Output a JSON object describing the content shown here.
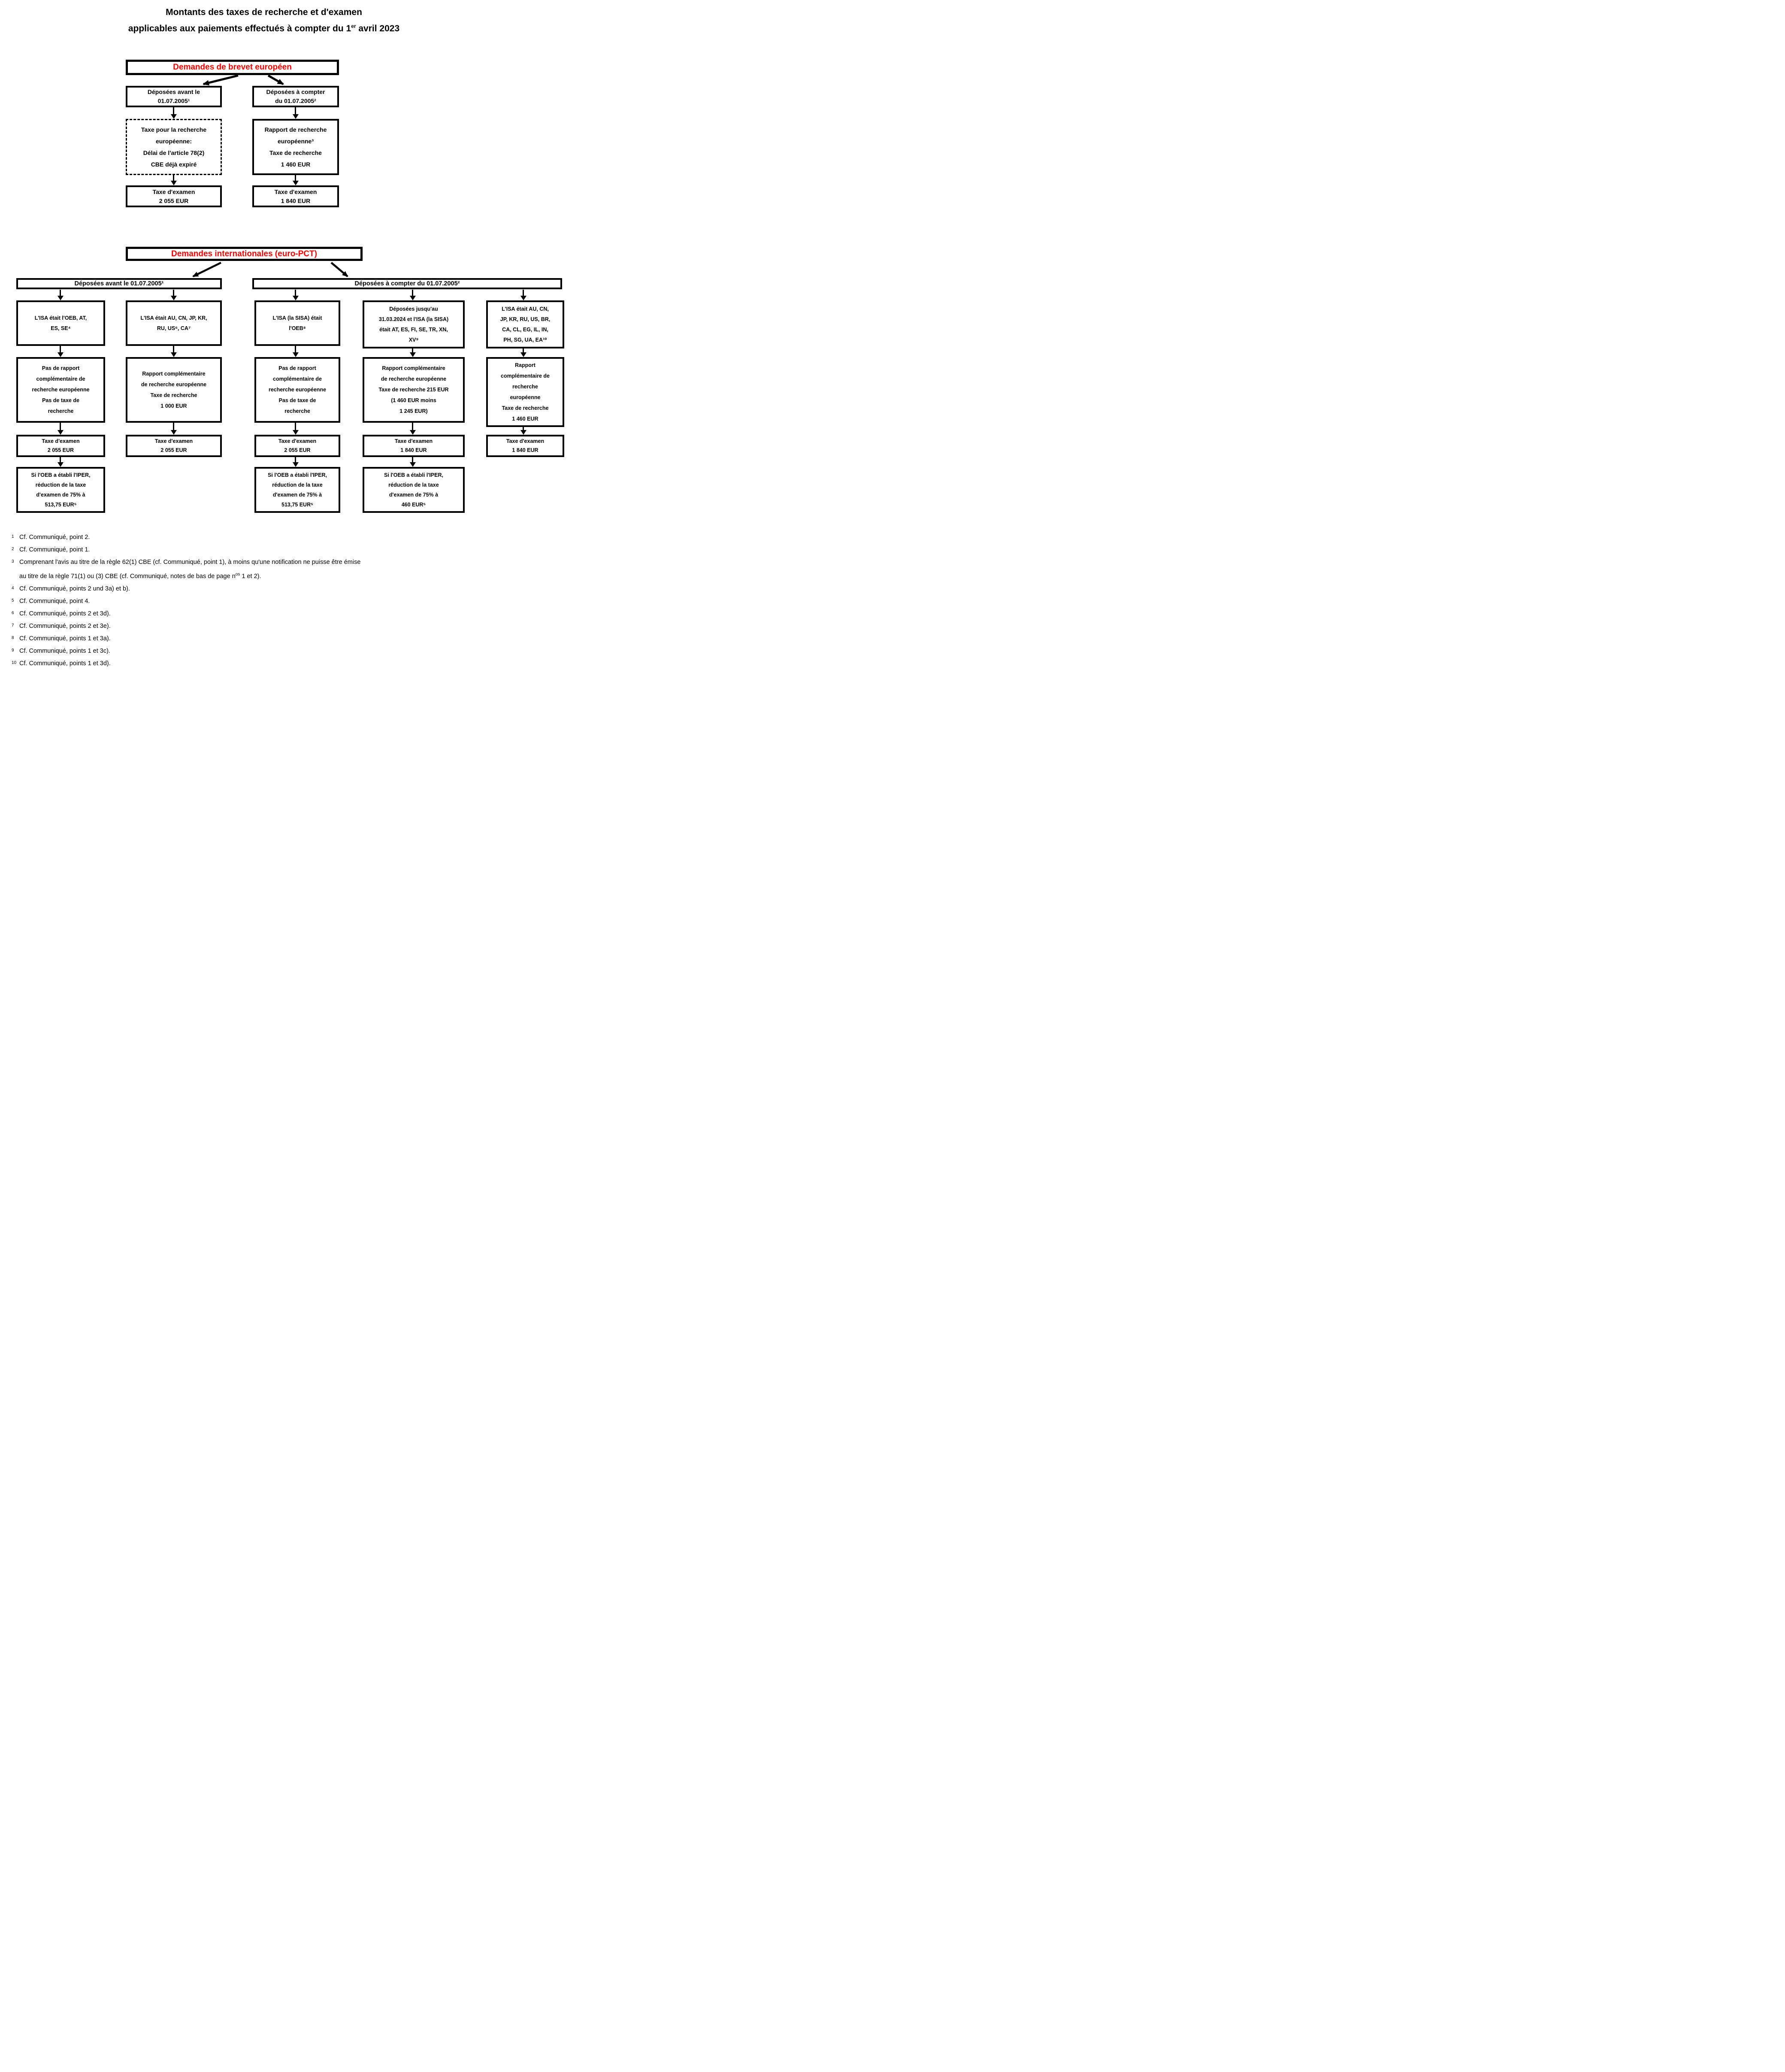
{
  "title": {
    "line1": "Montants des taxes de recherche et d'examen",
    "line2_pre": "applicables aux paiements effectués à compter du 1",
    "line2_sup": "er",
    "line2_post": " avril 2023"
  },
  "colors": {
    "accent_red": "#ff0000",
    "line_black": "#000000"
  },
  "chart_ep": {
    "header": "Demandes de brevet européen",
    "branch_left": "Déposées avant le\n01.07.2005¹",
    "branch_right": "Déposées à compter\ndu 01.07.2005²",
    "box_left_dashed": "Taxe pour la recherche\neuropéenne:\nDélai de l'article 78(2)\nCBE déjà expiré",
    "box_right": "Rapport de recherche\neuropéenne³\nTaxe de recherche\n1 460 EUR",
    "exam_left": "Taxe d'examen\n2 055 EUR",
    "exam_right": "Taxe d'examen\n1 840 EUR"
  },
  "chart_pct": {
    "header": "Demandes internationales (euro-PCT)",
    "header_left": "Déposées avant le 01.07.2005¹",
    "header_right": "Déposées à compter du 01.07.2005²",
    "columns": [
      {
        "isa": "L'ISA était l'OEB, AT,\nES, SE⁴",
        "search": "Pas de rapport\ncomplémentaire de\nrecherche européenne\nPas de taxe de\nrecherche",
        "exam": "Taxe d'examen\n2 055 EUR",
        "iper": "Si l'OEB a établi l'IPER,\nréduction de la taxe\nd'examen de 75% à\n513,75 EUR⁵"
      },
      {
        "isa": "L'ISA était AU, CN, JP, KR,\nRU, US⁶, CA⁷",
        "search": "Rapport complémentaire\nde recherche européenne\nTaxe de recherche\n1 000 EUR",
        "exam": "Taxe d'examen\n2 055 EUR"
      },
      {
        "isa": "L'ISA (la SISA) était\nl'OEB⁸",
        "search": "Pas de rapport\ncomplémentaire de\nrecherche européenne\nPas de taxe de\nrecherche",
        "exam": "Taxe d'examen\n2 055 EUR",
        "iper": "Si l'OEB a établi l'IPER,\nréduction de la taxe\nd'examen de 75% à\n513,75 EUR⁵"
      },
      {
        "isa": "Déposées jusqu'au\n31.03.2024 et l'ISA (la SISA)\nétait AT, ES, FI, SE, TR, XN,\nXV⁹",
        "search": "Rapport complémentaire\nde recherche européenne\nTaxe de recherche 215 EUR\n(1 460 EUR moins\n1 245 EUR)",
        "exam": "Taxe d'examen\n1 840 EUR",
        "iper": "Si l'OEB a établi l'IPER,\nréduction de la taxe\nd'examen de 75% à\n460 EUR⁵"
      },
      {
        "isa": "L'ISA était AU, CN,\nJP, KR, RU, US, BR,\nCA, CL, EG, IL, IN,\nPH, SG, UA, EA¹⁰",
        "search": "Rapport\ncomplémentaire de\nrecherche\neuropéenne\nTaxe de recherche\n1 460 EUR",
        "exam": "Taxe d'examen\n1 840 EUR"
      }
    ]
  },
  "footnotes": [
    {
      "marker": "1",
      "text": "Cf. Communiqué, point 2."
    },
    {
      "marker": "2",
      "text": "Cf. Communiqué, point 1."
    },
    {
      "marker": "3",
      "line1": "Comprenant l'avis au titre de la règle 62(1) CBE (cf. Communiqué, point 1), à moins qu'une notification ne puisse être émise",
      "line2_pre": "au titre de la règle 71(1) ou (3) CBE (cf. Communiqué, notes de bas de page n",
      "line2_sup": "os",
      "line2_post": " 1 et 2)."
    },
    {
      "marker": "4",
      "text": "Cf. Communiqué, points 2 und 3a) et b)."
    },
    {
      "marker": "5",
      "text": "Cf. Communiqué, point 4."
    },
    {
      "marker": "6",
      "text": "Cf. Communiqué, points 2 et 3d)."
    },
    {
      "marker": "7",
      "text": "Cf. Communiqué, points 2 et 3e)."
    },
    {
      "marker": "8",
      "text": "Cf. Communiqué, points 1 et 3a)."
    },
    {
      "marker": "9",
      "text": "Cf. Communiqué, points 1 et 3c)."
    },
    {
      "marker": "10",
      "text": "Cf. Communiqué, points 1 et 3d)."
    }
  ]
}
